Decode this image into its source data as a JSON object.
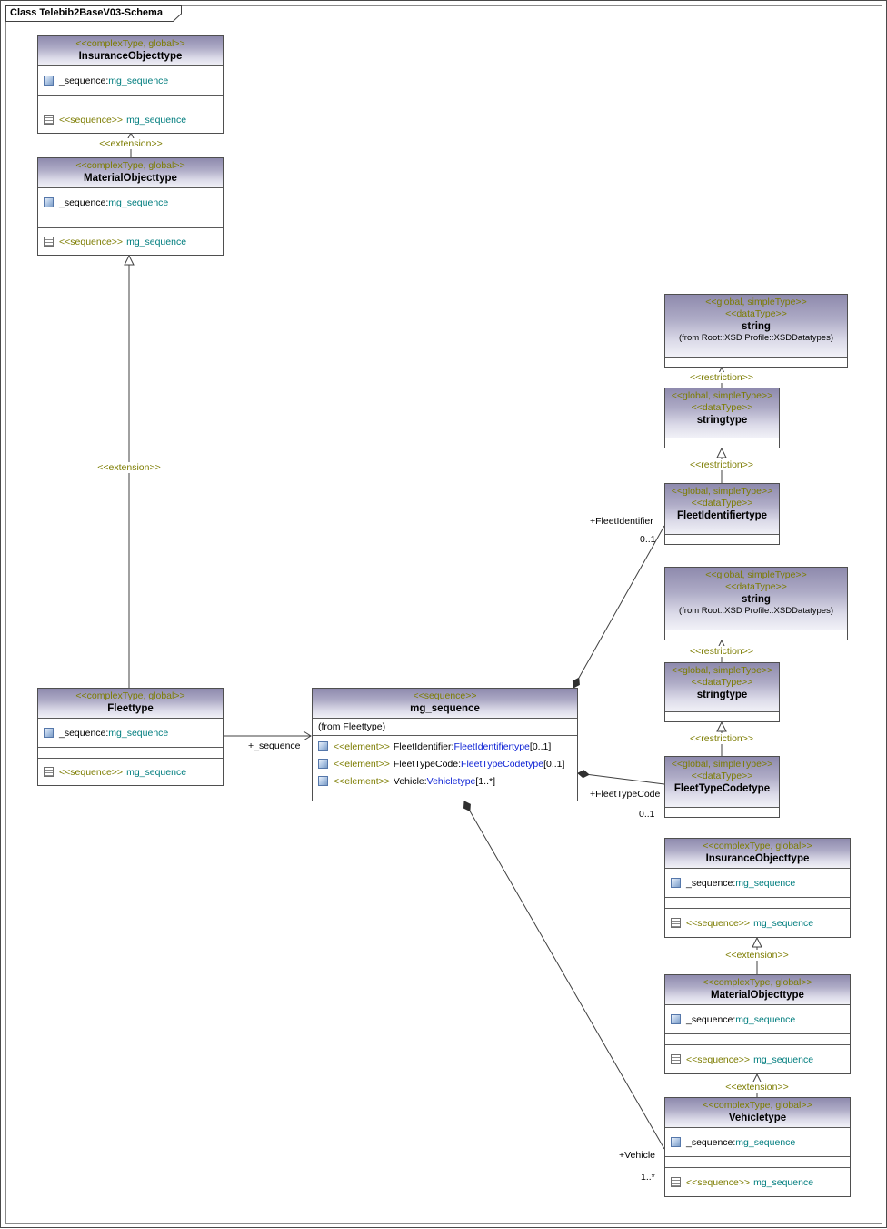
{
  "diagram": {
    "title": "Class Telebib2BaseV03-Schema"
  },
  "text": {
    "extension": "<<extension>>",
    "restriction": "<<restriction>>",
    "complextype_stereo": "<<complexType, global>>",
    "sequence_stereo": "<<sequence>>",
    "element_stereo": "<<element>>",
    "simpletype_stereo1": "<<global, simpleType>>",
    "datatype_stereo": "<<dataType>>",
    "attr_label": "_sequence:",
    "attr_value": "mg_sequence",
    "seq_value": "mg_sequence"
  },
  "classes": {
    "insurance_tl": {
      "name": "InsuranceObjecttype"
    },
    "material_tl": {
      "name": "MaterialObjecttype"
    },
    "fleettype": {
      "name": "Fleettype"
    },
    "mg_sequence": {
      "name": "mg_sequence",
      "from": "(from Fleettype)",
      "elements": [
        {
          "name": "FleetIdentifier:",
          "type": "FleetIdentifiertype",
          "mult": "[0..1]"
        },
        {
          "name": "FleetTypeCode:",
          "type": "FleetTypeCodetype",
          "mult": "[0..1]"
        },
        {
          "name": "Vehicle:",
          "type": "Vehicletype",
          "mult": "[1..*]"
        }
      ]
    },
    "string1": {
      "name": "string",
      "from": "(from Root::XSD Profile::XSDDatatypes)"
    },
    "stringtype1": {
      "name": "stringtype"
    },
    "fleetidentifiertype": {
      "name": "FleetIdentifiertype"
    },
    "string2": {
      "name": "string",
      "from": "(from Root::XSD Profile::XSDDatatypes)"
    },
    "stringtype2": {
      "name": "stringtype"
    },
    "fleettypecodetype": {
      "name": "FleetTypeCodetype"
    },
    "insurance_r": {
      "name": "InsuranceObjecttype"
    },
    "material_r": {
      "name": "MaterialObjecttype"
    },
    "vehicletype": {
      "name": "Vehicletype"
    }
  },
  "edges": {
    "sequence_role": "+_sequence",
    "fleetidentifier_role": "+FleetIdentifier",
    "fleetidentifier_mult": "0..1",
    "fleettypecode_role": "+FleetTypeCode",
    "fleettypecode_mult": "0..1",
    "vehicle_role": "+Vehicle",
    "vehicle_mult": "1..*"
  },
  "icons": {
    "attribute": "blue-property-square",
    "sequence": "list-lines",
    "element": "blue-property-square"
  },
  "colors": {
    "stereotype_olive": "#7c7c00",
    "type_link_blue": "#0a1fd4",
    "member_teal": "#007d7e",
    "header_gradient_top": "#8e8aad",
    "header_gradient_bottom": "#f1f1f7",
    "line": "#404040"
  }
}
